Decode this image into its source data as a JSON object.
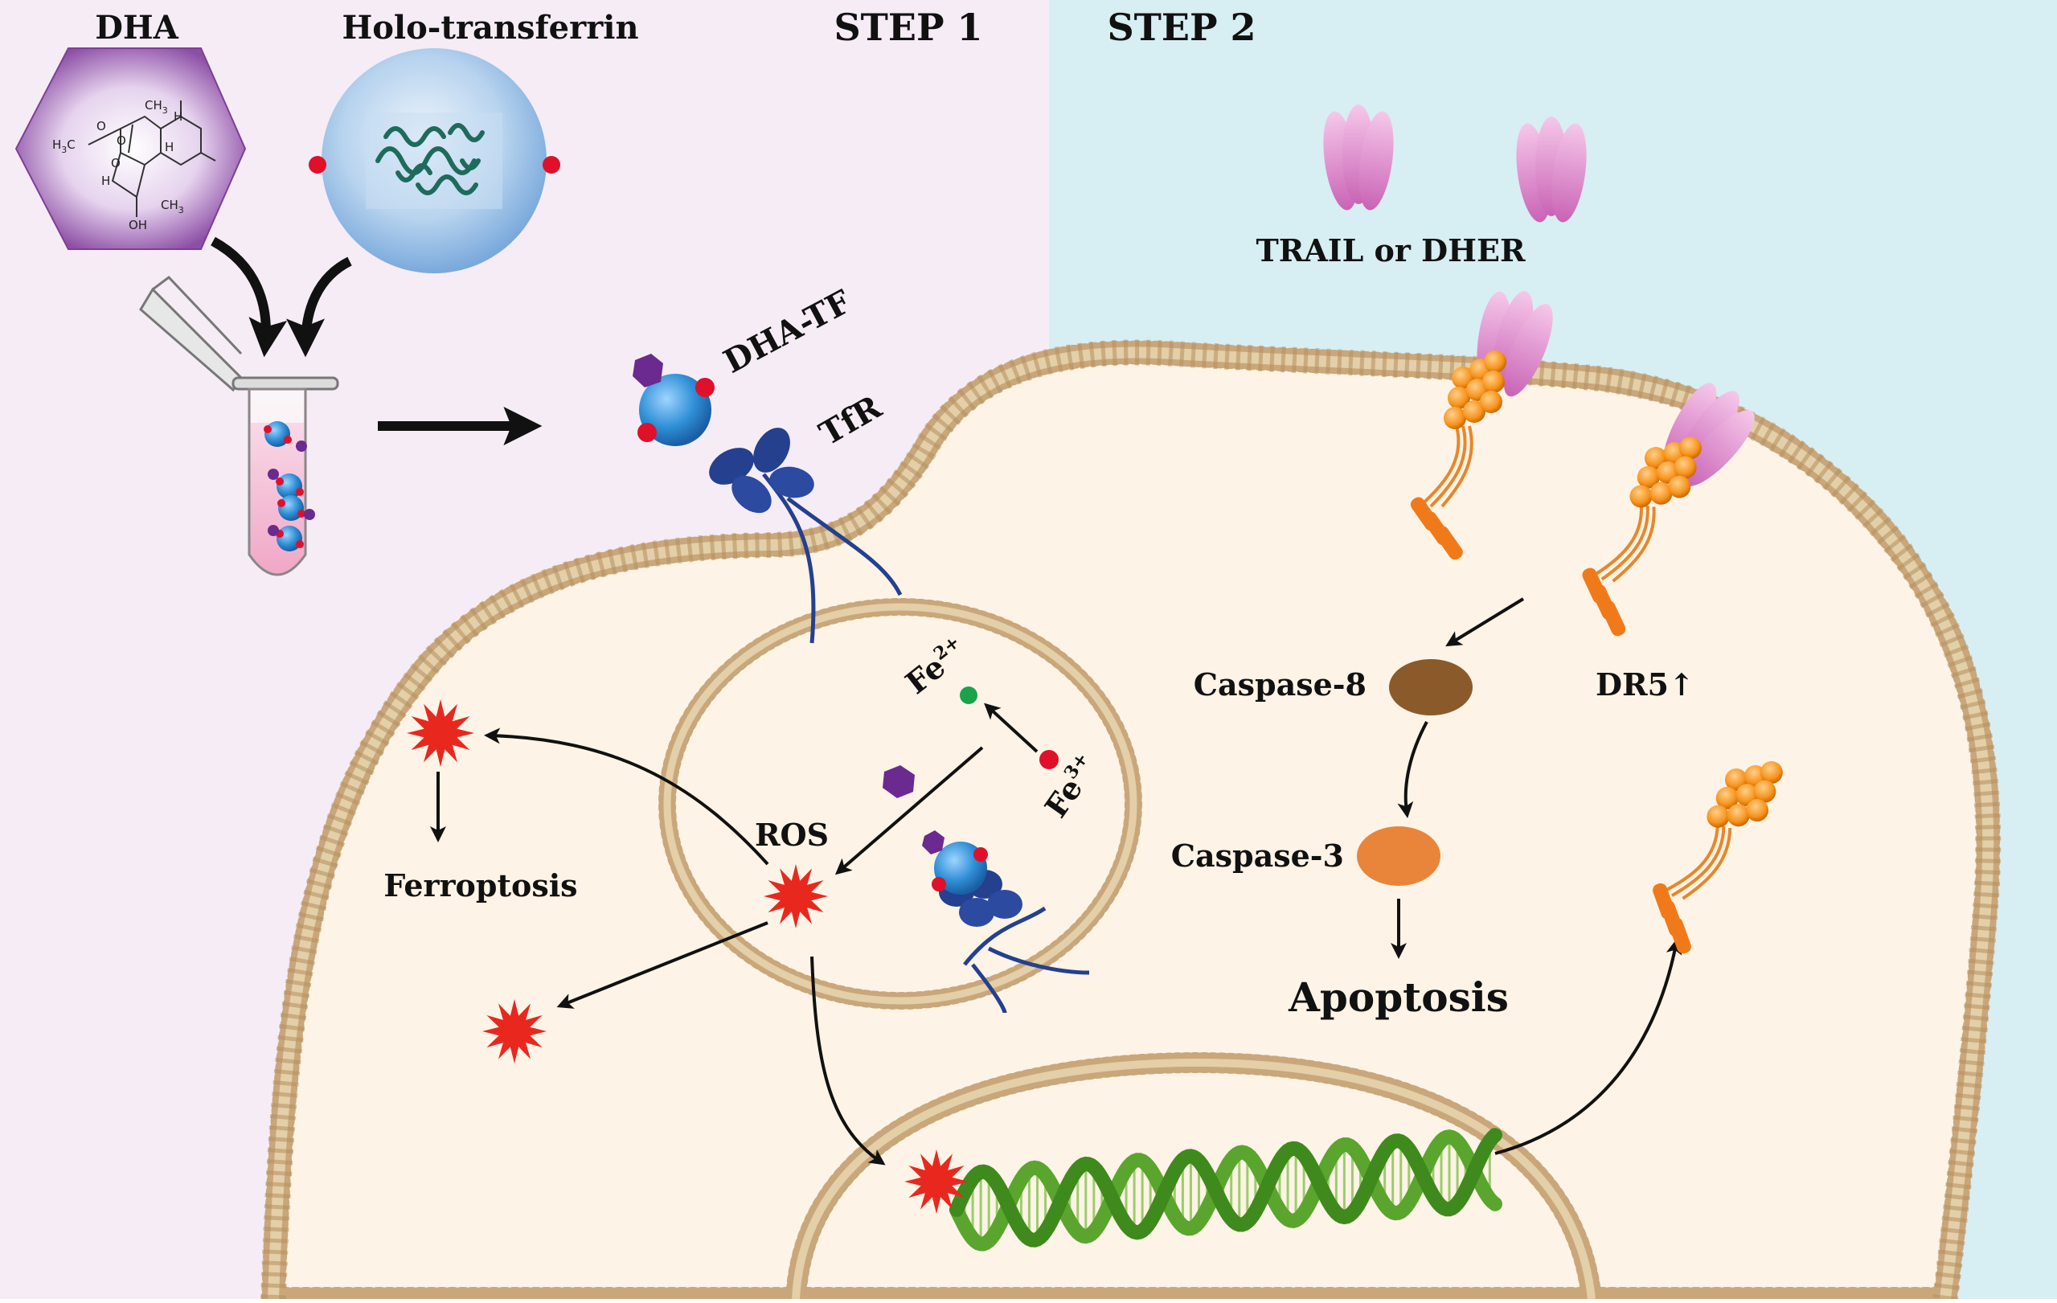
{
  "colors": {
    "step1_bg": "#f5ecf6",
    "step2_bg": "#d7eef3",
    "cytoplasm": "#fdf3e6",
    "membrane": "#c9a77a",
    "ros": "#e8281e",
    "transferrin": "#2f8fd6",
    "tfr": "#24408f",
    "dna": "#5aa52e",
    "trail": "#e58fcf",
    "receptor": "#f7941d",
    "caspase8": "#8b5a2b",
    "caspase3": "#e8853a",
    "iron_red": "#e0102a",
    "iron_green": "#1aa34a",
    "dha_purple": "#6a2a8f"
  },
  "labels": {
    "step1": "STEP 1",
    "step2": "STEP 2",
    "dha": "DHA",
    "holo_transferrin": "Holo-transferrin",
    "dha_tf": "DHA-TF",
    "tfr": "TfR",
    "trail_or_dher": "TRAIL or DHER",
    "caspase8": "Caspase-8",
    "caspase3": "Caspase-3",
    "dr5": "DR5",
    "dr5_arrow": "↑",
    "apoptosis": "Apoptosis",
    "ferroptosis": "Ferroptosis",
    "ros": "ROS",
    "fe2_base": "Fe",
    "fe2_sup": "2+",
    "fe3_base": "Fe",
    "fe3_sup": "3+"
  },
  "chem": {
    "ch3_top": "CH",
    "ch3_top_sub": "3",
    "h3c": "H",
    "h3c_sub": "3",
    "h3c_c": "C",
    "o1": "O",
    "o2": "O",
    "o3": "O",
    "h1": "H",
    "h2": "H",
    "h3": "H",
    "ch3_right": "CH",
    "ch3_right_sub": "3",
    "oh": "OH"
  }
}
